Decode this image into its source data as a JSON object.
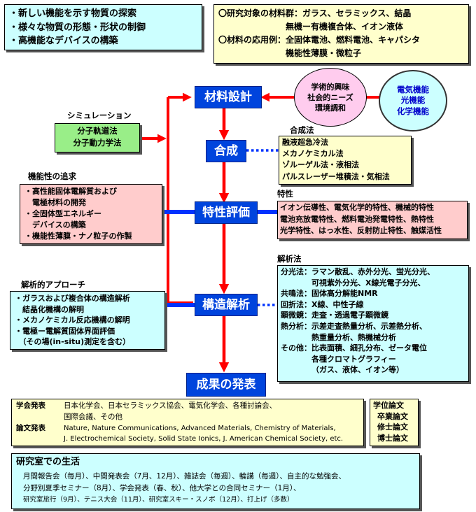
{
  "goals": [
    "・新しい機能を示す物質の探索",
    "・様々な物質の形態・形状の制御",
    "・高機能なデバイスの構築"
  ],
  "materials": [
    "〇研究対象の材料群：ガラス、セラミックス、結晶",
    "　　　　　　　　無機ー有機複合体、イオン液体",
    "〇材料の応用例：全固体電池、燃料電池、キャパシタ",
    "　　　　　　　　機能性薄膜・微粒子"
  ],
  "stages": {
    "design": "材料設計",
    "synthesis": "合成",
    "property": "特性評価",
    "structure": "構造解析",
    "result": "成果の発表"
  },
  "interest": [
    "学術的興味",
    "社会的ニーズ",
    "環境調和"
  ],
  "functions": [
    "電気機能",
    "光機能",
    "化学機能"
  ],
  "simulation": {
    "title": "シミュレーション",
    "items": [
      "分子軌道法",
      "分子動力学法"
    ]
  },
  "functionality": {
    "title": "機能性の追求",
    "items": [
      "・高性能固体電解質および",
      "　電極材料の開発",
      "・全固体型エネルギー",
      "　デバイスの構築",
      "・機能性薄膜・ナノ粒子の作製"
    ]
  },
  "approach": {
    "title": "解析的アプローチ",
    "items": [
      "・ガラスおよび複合体の構造解析",
      "　結晶化機構の解明",
      "・メカノケミカル反応機構の解明",
      "・電極ー電解質固体界面評価",
      "　（その場(in-situ)測定を含む）"
    ]
  },
  "synthesis_methods": {
    "title": "合成法",
    "items": [
      "融液超急冷法",
      "メカノケミカル法",
      "ゾルーゲル法・液相法",
      "パルスレーザー堆積法・気相法"
    ]
  },
  "properties": {
    "title": "特性",
    "items": [
      "イオン伝導性、電気化学的特性、機械的特性",
      "電池充放電特性、燃料電池発電特性、熱特性",
      "光学特性、はっ水性、反射防止特性、触媒活性"
    ]
  },
  "analysis": {
    "title": "解析法",
    "rows": [
      {
        "key": "分光法：",
        "lines": [
          "ラマン散乱、赤外分光、蛍光分光、",
          "可視紫外分光、X線光電子分光、"
        ]
      },
      {
        "key": "共鳴法：",
        "lines": [
          "固体高分解能NMR"
        ]
      },
      {
        "key": "回折法：",
        "lines": [
          "X線、中性子線"
        ]
      },
      {
        "key": "顕微鏡：",
        "lines": [
          "走査・透過電子顕微鏡"
        ]
      },
      {
        "key": "熱分析：",
        "lines": [
          "示差走査熱量分析、示差熱分析、",
          "熱重量分析、熱機械分析"
        ]
      },
      {
        "key": "その他：",
        "lines": [
          "比表面積、細孔分布、ゼータ電位",
          "各種クロマトグラフィー",
          "（ガス、液体、イオン等）"
        ]
      }
    ]
  },
  "presentations": {
    "conf_key": "学会発表",
    "conf_lines": [
      "日本化学会、日本セラミックス協会、電気化学会、各種討論会、",
      "国際会議、その他"
    ],
    "paper_key": "論文発表",
    "paper_lines": [
      "Nature, Nature Communications, Advanced Materials, Chemistry of Materials,",
      "J. Electrochemical Society, Solid State Ionics, J. American Chemical Society,  etc."
    ]
  },
  "theses": {
    "title": "学位論文",
    "items": [
      "卒業論文",
      "修士論文",
      "博士論文"
    ]
  },
  "lab_life": {
    "title": "研究室での生活",
    "lines": [
      "月間報告会（毎月）、中間発表会（7月、12月）、雑誌会（毎週）、輪講（毎週）、自主的な勉強会、",
      "分野別夏季セミナー（8月）、学会発表（春、秋）、他大学との合同セミナー（1月）、",
      "研究室旅行（9月）、テニス大会（11月）、研究室スキー・スノボ（12月）、打上げ（多数）"
    ]
  },
  "colors": {
    "flow": "#ff0000",
    "link": "#0033ff",
    "stage": "#0044dd"
  }
}
